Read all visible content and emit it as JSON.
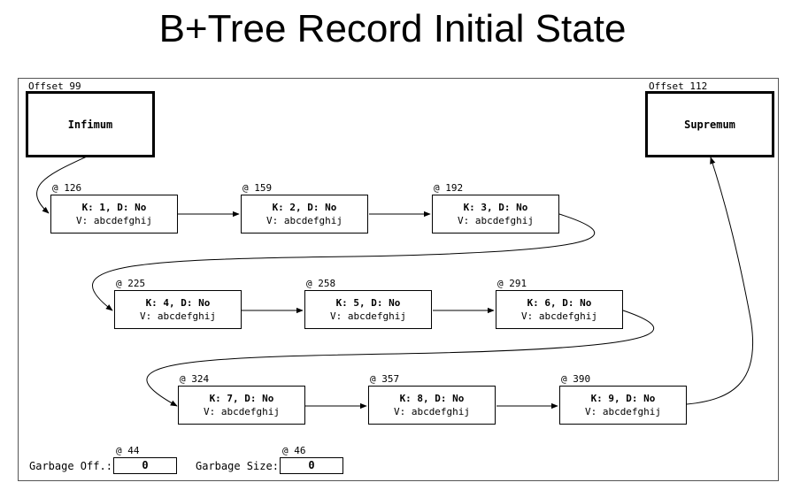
{
  "title": "B+Tree Record Initial State",
  "infimum": {
    "offset_label": "Offset 99",
    "name": "Infimum"
  },
  "supremum": {
    "offset_label": "Offset 112",
    "name": "Supremum"
  },
  "records": [
    {
      "addr": "@ 126",
      "key": "K: 1, D: No",
      "value": "V: abcdefghij"
    },
    {
      "addr": "@ 159",
      "key": "K: 2, D: No",
      "value": "V: abcdefghij"
    },
    {
      "addr": "@ 192",
      "key": "K: 3, D: No",
      "value": "V: abcdefghij"
    },
    {
      "addr": "@ 225",
      "key": "K: 4, D: No",
      "value": "V: abcdefghij"
    },
    {
      "addr": "@ 258",
      "key": "K: 5, D: No",
      "value": "V: abcdefghij"
    },
    {
      "addr": "@ 291",
      "key": "K: 6, D: No",
      "value": "V: abcdefghij"
    },
    {
      "addr": "@ 324",
      "key": "K: 7, D: No",
      "value": "V: abcdefghij"
    },
    {
      "addr": "@ 357",
      "key": "K: 8, D: No",
      "value": "V: abcdefghij"
    },
    {
      "addr": "@ 390",
      "key": "K: 9, D: No",
      "value": "V: abcdefghij"
    }
  ],
  "garbage_offset": {
    "addr": "@ 44",
    "label": "Garbage Off.:",
    "value": "0"
  },
  "garbage_size": {
    "addr": "@ 46",
    "label": "Garbage Size:",
    "value": "0"
  }
}
